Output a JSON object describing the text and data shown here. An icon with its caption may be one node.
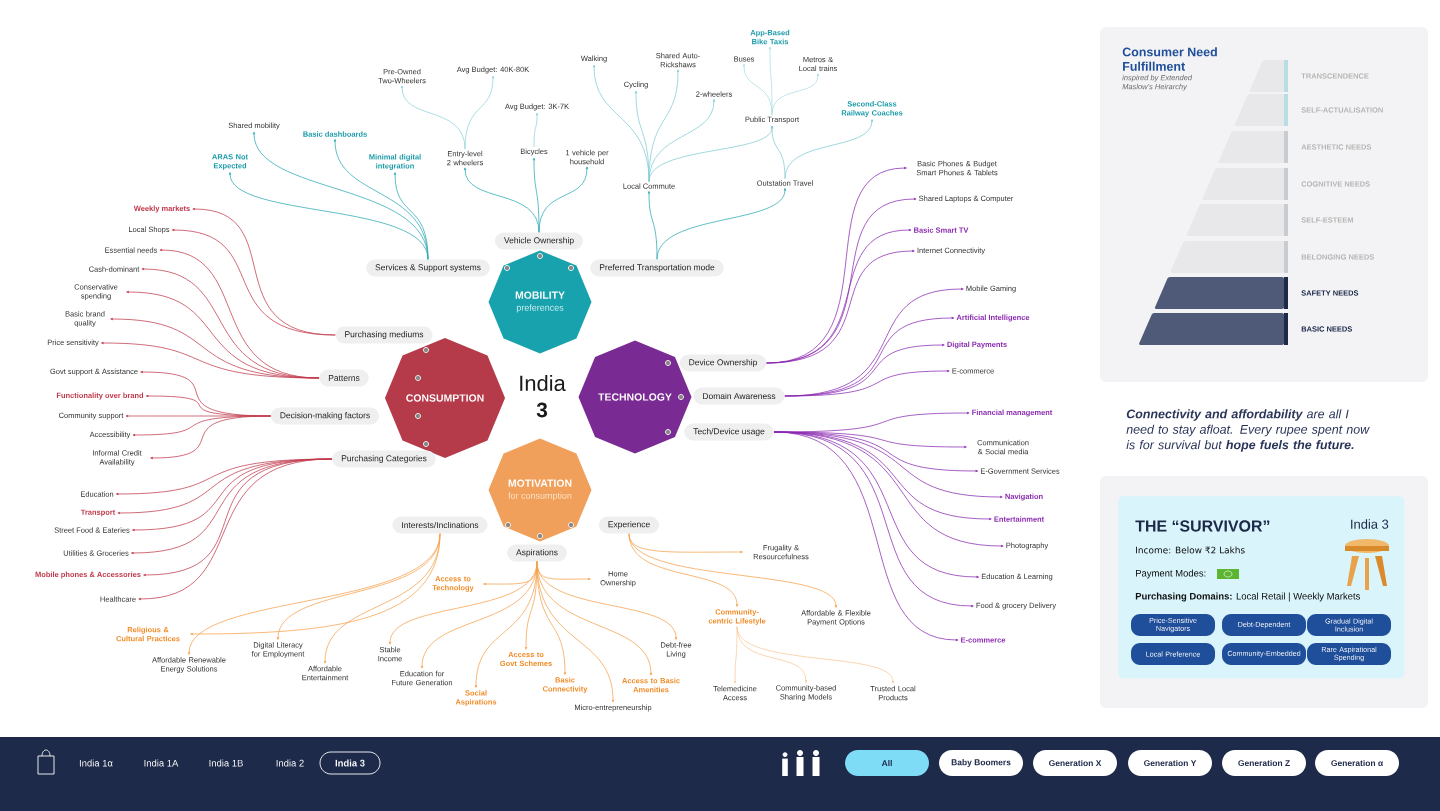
{
  "diagram": {
    "nodes": [
      {
        "text": [
          "MOBILITY",
          "preferences"
        ]
      },
      {
        "text": [
          "CONSUMPTION"
        ]
      },
      {
        "text": [
          "TECHNOLOGY"
        ]
      },
      {
        "text": [
          "MOTIVATION",
          "for consumption"
        ]
      },
      {
        "text": [
          "Vehicle Ownership"
        ]
      },
      {
        "text": [
          "Services & Support systems"
        ]
      },
      {
        "text": [
          "Preferred Transportation mode"
        ]
      },
      {
        "text": [
          "Purchasing mediums"
        ]
      },
      {
        "text": [
          "Patterns"
        ]
      },
      {
        "text": [
          "Decision-making factors"
        ]
      },
      {
        "text": [
          "Purchasing Categories"
        ]
      },
      {
        "text": [
          "Device Ownership"
        ]
      },
      {
        "text": [
          "Domain Awareness"
        ]
      },
      {
        "text": [
          "Tech/Device usage"
        ]
      },
      {
        "text": [
          "Interests/Inclinations"
        ]
      },
      {
        "text": [
          "Experience"
        ]
      },
      {
        "text": [
          "Aspirations"
        ]
      },
      {
        "text": [
          "ARAS Not Expected"
        ]
      },
      {
        "text": [
          "Shared mobility"
        ]
      },
      {
        "text": [
          "Basic dashboards"
        ]
      },
      {
        "text": [
          "Minimal digital integration"
        ]
      },
      {
        "text": [
          "Entry-level 2 wheelers"
        ]
      },
      {
        "text": [
          "Bicycles"
        ]
      },
      {
        "text": [
          "1 vehicle per household"
        ]
      },
      {
        "text": [
          "Pre-Owned Two-Wheelers"
        ]
      },
      {
        "text": [
          "Avg Budget: 40K-80K"
        ]
      },
      {
        "text": [
          "Avg Budget: 3K-7K"
        ]
      },
      {
        "text": [
          "Local Commute"
        ]
      },
      {
        "text": [
          "Outstation Travel"
        ]
      },
      {
        "text": [
          "Walking"
        ]
      },
      {
        "text": [
          "Cycling"
        ]
      },
      {
        "text": [
          "Shared Auto-Rickshaws"
        ]
      },
      {
        "text": [
          "2-wheelers"
        ]
      },
      {
        "text": [
          "Public Transport"
        ]
      },
      {
        "text": [
          "Second-Class Railway Coaches"
        ]
      },
      {
        "text": [
          "Buses"
        ]
      },
      {
        "text": [
          "App-Based Bike Taxis"
        ]
      },
      {
        "text": [
          "Metros & Local trains"
        ]
      },
      {
        "text": [
          "Weekly markets"
        ]
      },
      {
        "text": [
          "Local Shops"
        ]
      },
      {
        "text": [
          "Essential needs"
        ]
      },
      {
        "text": [
          "Cash-dominant"
        ]
      },
      {
        "text": [
          "Conservative spending"
        ]
      },
      {
        "text": [
          "Basic brand quality"
        ]
      },
      {
        "text": [
          "Price sensitivity"
        ]
      },
      {
        "text": [
          "Govt support & Assistance"
        ]
      },
      {
        "text": [
          "Functionality over brand"
        ]
      },
      {
        "text": [
          "Community support"
        ]
      },
      {
        "text": [
          "Accessibility"
        ]
      },
      {
        "text": [
          "Informal Credit Availability"
        ]
      },
      {
        "text": [
          "Education"
        ]
      },
      {
        "text": [
          "Transport"
        ]
      },
      {
        "text": [
          "Street Food & Eateries"
        ]
      },
      {
        "text": [
          "Utilities & Groceries"
        ]
      },
      {
        "text": [
          "Mobile phones & Accessories"
        ]
      },
      {
        "text": [
          "Healthcare"
        ]
      },
      {
        "text": [
          "Basic Phones & Budget Smart Phones & Tablets"
        ]
      },
      {
        "text": [
          "Shared Laptops & Computer"
        ]
      },
      {
        "text": [
          "Basic Smart TV"
        ]
      },
      {
        "text": [
          "Internet Connectivity"
        ]
      },
      {
        "text": [
          "Mobile Gaming"
        ]
      },
      {
        "text": [
          "Artificial Intelligence"
        ]
      },
      {
        "text": [
          "Digital Payments"
        ]
      },
      {
        "text": [
          "E-commerce"
        ]
      },
      {
        "text": [
          "Financial management"
        ]
      },
      {
        "text": [
          "Communication & Social media"
        ]
      },
      {
        "text": [
          "E-Government Services"
        ]
      },
      {
        "text": [
          "Navigation"
        ]
      },
      {
        "text": [
          "Entertainment"
        ]
      },
      {
        "text": [
          "Photography"
        ]
      },
      {
        "text": [
          "Education & Learning"
        ]
      },
      {
        "text": [
          "Food & grocery Delivery"
        ]
      },
      {
        "text": [
          "E-commerce"
        ]
      },
      {
        "text": [
          "Religious & Cultural Practices"
        ]
      },
      {
        "text": [
          "Affordable Renewable Energy Solutions"
        ]
      },
      {
        "text": [
          "Digital Literacy for Employment"
        ]
      },
      {
        "text": [
          "Affordable Entertainment"
        ]
      },
      {
        "text": [
          "Access to Technology"
        ]
      },
      {
        "text": [
          "Stable Income"
        ]
      },
      {
        "text": [
          "Education for Future Generation"
        ]
      },
      {
        "text": [
          "Social Aspirations"
        ]
      },
      {
        "text": [
          "Access to Govt Schemes"
        ]
      },
      {
        "text": [
          "Basic Connectivity"
        ]
      },
      {
        "text": [
          "Micro-entrepreneurship"
        ]
      },
      {
        "text": [
          "Access to Basic Amenities"
        ]
      },
      {
        "text": [
          "Debt-free Living"
        ]
      },
      {
        "text": [
          "Home Ownership"
        ]
      },
      {
        "text": [
          "Frugality & Resourcefulness"
        ]
      },
      {
        "text": [
          "Community-centric Lifestyle"
        ]
      },
      {
        "text": [
          "Affordable & Flexible Payment Options"
        ]
      },
      {
        "text": [
          "Telemedicine Access"
        ]
      },
      {
        "text": [
          "Community-based Sharing Models"
        ]
      },
      {
        "text": [
          "Trusted Local Products"
        ]
      },
      {
        "text": [
          "Consumer Need Fulfillment",
          "inspired by Extended Maslow’s Heirarchy"
        ]
      },
      {
        "text": [
          "THE “SURVIVOR”",
          "India 3",
          "Income: Below ₹2 Lakhs",
          "Payment Modes:",
          "**Purchasing Domains:** Local Retail | Weekly Markets"
        ]
      },
      {
        "text": [
          "Price-Sensitive Navigators"
        ],
        "in": 94
      },
      {
        "text": [
          "Debt-Dependent"
        ],
        "in": 94
      },
      {
        "text": [
          "Gradual Digital Inclusion"
        ],
        "in": 94
      },
      {
        "text": [
          "Local Preference"
        ],
        "in": 94
      },
      {
        "text": [
          "Community-Embedded"
        ],
        "in": 94
      },
      {
        "text": [
          "Rare Aspirational Spending"
        ],
        "in": 94
      },
      {
        "text": [
          "India 1α"
        ]
      },
      {
        "text": [
          "India 1A"
        ]
      },
      {
        "text": [
          "India 1B"
        ]
      },
      {
        "text": [
          "India 2"
        ]
      },
      {
        "text": [
          "India 3"
        ]
      },
      {
        "text": [
          "All"
        ]
      },
      {
        "text": [
          "Baby Boomers"
        ]
      },
      {
        "text": [
          "Generation X"
        ]
      },
      {
        "text": [
          "Generation Y"
        ]
      },
      {
        "text": [
          "Generation Z"
        ]
      },
      {
        "text": [
          "Generation α"
        ]
      }
    ],
    "edges": [
      {
        "from": 5,
        "to": 17,
        "arrow": "to",
        "color": "#2aa8b4"
      },
      {
        "from": 5,
        "to": 18,
        "arrow": "to",
        "color": "#2aa8b4"
      },
      {
        "from": 5,
        "to": 19,
        "arrow": "to",
        "color": "#2aa8b4"
      },
      {
        "from": 5,
        "to": 20,
        "arrow": "to",
        "color": "#2aa8b4"
      },
      {
        "from": 4,
        "to": 21,
        "arrow": "to",
        "color": "#2aa8b4"
      },
      {
        "from": 4,
        "to": 22,
        "arrow": "to",
        "color": "#2aa8b4"
      },
      {
        "from": 4,
        "to": 23,
        "arrow": "to",
        "color": "#2aa8b4"
      },
      {
        "from": 21,
        "to": 24,
        "arrow": "to",
        "color": "#8fd2da"
      },
      {
        "from": 21,
        "to": 25,
        "arrow": "to",
        "color": "#8fd2da"
      },
      {
        "from": 22,
        "to": 26,
        "arrow": "to",
        "color": "#8fd2da"
      },
      {
        "from": 6,
        "to": 27,
        "arrow": "to",
        "color": "#2aa8b4"
      },
      {
        "from": 6,
        "to": 28,
        "arrow": "to",
        "color": "#2aa8b4"
      },
      {
        "from": 27,
        "to": 29,
        "arrow": "to",
        "color": "#7fcbd3"
      },
      {
        "from": 27,
        "to": 30,
        "arrow": "to",
        "color": "#7fcbd3"
      },
      {
        "from": 27,
        "to": 31,
        "arrow": "to",
        "color": "#7fcbd3"
      },
      {
        "from": 27,
        "to": 32,
        "arrow": "to",
        "color": "#7fcbd3"
      },
      {
        "from": 27,
        "to": 33,
        "arrow": "to",
        "color": "#7fcbd3"
      },
      {
        "from": 28,
        "to": 33,
        "arrow": "to",
        "color": "#7fcbd3"
      },
      {
        "from": 28,
        "to": 34,
        "arrow": "to",
        "color": "#7fcbd3"
      },
      {
        "from": 33,
        "to": 35,
        "arrow": "to",
        "color": "#a8dde3"
      },
      {
        "from": 33,
        "to": 36,
        "arrow": "to",
        "color": "#a8dde3"
      },
      {
        "from": 33,
        "to": 37,
        "arrow": "to",
        "color": "#a8dde3"
      },
      {
        "from": 7,
        "to": 38,
        "arrow": "to",
        "color": "#c0394b"
      },
      {
        "from": 7,
        "to": 39,
        "arrow": "to",
        "color": "#c0394b"
      },
      {
        "from": 8,
        "to": 40,
        "arrow": "to",
        "color": "#c0394b"
      },
      {
        "from": 8,
        "to": 41,
        "arrow": "to",
        "color": "#c0394b"
      },
      {
        "from": 8,
        "to": 42,
        "arrow": "to",
        "color": "#c0394b"
      },
      {
        "from": 8,
        "to": 43,
        "arrow": "to",
        "color": "#c0394b"
      },
      {
        "from": 8,
        "to": 44,
        "arrow": "to",
        "color": "#c0394b"
      },
      {
        "from": 9,
        "to": 45,
        "arrow": "to",
        "color": "#c0394b"
      },
      {
        "from": 9,
        "to": 46,
        "arrow": "to",
        "color": "#c0394b"
      },
      {
        "from": 9,
        "to": 47,
        "arrow": "to",
        "color": "#c0394b"
      },
      {
        "from": 9,
        "to": 48,
        "arrow": "to",
        "color": "#c0394b"
      },
      {
        "from": 9,
        "to": 49,
        "arrow": "to",
        "color": "#c0394b"
      },
      {
        "from": 10,
        "to": 50,
        "arrow": "to",
        "color": "#c0394b"
      },
      {
        "from": 10,
        "to": 51,
        "arrow": "to",
        "color": "#c0394b"
      },
      {
        "from": 10,
        "to": 52,
        "arrow": "to",
        "color": "#c0394b"
      },
      {
        "from": 10,
        "to": 53,
        "arrow": "to",
        "color": "#c0394b"
      },
      {
        "from": 10,
        "to": 54,
        "arrow": "to",
        "color": "#c0394b"
      },
      {
        "from": 10,
        "to": 55,
        "arrow": "to",
        "color": "#c0394b"
      },
      {
        "from": 11,
        "to": 56,
        "arrow": "to",
        "color": "#8a2ab0"
      },
      {
        "from": 11,
        "to": 57,
        "arrow": "to",
        "color": "#8a2ab0"
      },
      {
        "from": 11,
        "to": 58,
        "arrow": "to",
        "color": "#8a2ab0"
      },
      {
        "from": 11,
        "to": 59,
        "arrow": "to",
        "color": "#8a2ab0"
      },
      {
        "from": 12,
        "to": 60,
        "arrow": "to",
        "color": "#8a2ab0"
      },
      {
        "from": 12,
        "to": 61,
        "arrow": "to",
        "color": "#8a2ab0"
      },
      {
        "from": 12,
        "to": 62,
        "arrow": "to",
        "color": "#8a2ab0"
      },
      {
        "from": 12,
        "to": 63,
        "arrow": "to",
        "color": "#8a2ab0"
      },
      {
        "from": 13,
        "to": 64,
        "arrow": "to",
        "color": "#8a2ab0"
      },
      {
        "from": 13,
        "to": 65,
        "arrow": "to",
        "color": "#8a2ab0"
      },
      {
        "from": 13,
        "to": 66,
        "arrow": "to",
        "color": "#8a2ab0"
      },
      {
        "from": 13,
        "to": 67,
        "arrow": "to",
        "color": "#8a2ab0"
      },
      {
        "from": 13,
        "to": 68,
        "arrow": "to",
        "color": "#8a2ab0"
      },
      {
        "from": 13,
        "to": 69,
        "arrow": "to",
        "color": "#8a2ab0"
      },
      {
        "from": 13,
        "to": 70,
        "arrow": "to",
        "color": "#8a2ab0"
      },
      {
        "from": 13,
        "to": 71,
        "arrow": "to",
        "color": "#8a2ab0"
      },
      {
        "from": 13,
        "to": 72,
        "arrow": "to",
        "color": "#8a2ab0"
      },
      {
        "from": 14,
        "to": 73,
        "arrow": "to",
        "color": "#f5a04a"
      },
      {
        "from": 14,
        "to": 74,
        "arrow": "to",
        "color": "#f5a04a"
      },
      {
        "from": 14,
        "to": 75,
        "arrow": "to",
        "color": "#f5a04a"
      },
      {
        "from": 14,
        "to": 76,
        "arrow": "to",
        "color": "#f5a04a"
      },
      {
        "from": 16,
        "to": 77,
        "arrow": "to",
        "color": "#f5a04a"
      },
      {
        "from": 16,
        "to": 78,
        "arrow": "to",
        "color": "#f5a04a"
      },
      {
        "from": 16,
        "to": 79,
        "arrow": "to",
        "color": "#f5a04a"
      },
      {
        "from": 16,
        "to": 80,
        "arrow": "to",
        "color": "#f5a04a"
      },
      {
        "from": 16,
        "to": 81,
        "arrow": "to",
        "color": "#f5a04a"
      },
      {
        "from": 16,
        "to": 82,
        "arrow": "to",
        "color": "#f5a04a"
      },
      {
        "from": 16,
        "to": 83,
        "arrow": "to",
        "color": "#f5a04a"
      },
      {
        "from": 16,
        "to": 84,
        "arrow": "to",
        "color": "#f5a04a"
      },
      {
        "from": 16,
        "to": 85,
        "arrow": "to",
        "color": "#f5a04a"
      },
      {
        "from": 16,
        "to": 86,
        "arrow": "to",
        "color": "#f5a04a"
      },
      {
        "from": 15,
        "to": 87,
        "arrow": "to",
        "color": "#f5a04a"
      },
      {
        "from": 15,
        "to": 88,
        "arrow": "to",
        "color": "#f5a04a"
      },
      {
        "from": 15,
        "to": 89,
        "arrow": "to",
        "color": "#f5a04a"
      },
      {
        "from": 88,
        "to": 90,
        "arrow": "to",
        "color": "#f9c896"
      },
      {
        "from": 88,
        "to": 91,
        "arrow": "to",
        "color": "#f9c896"
      },
      {
        "from": 88,
        "to": 92,
        "arrow": "to",
        "color": "#f9c896"
      }
    ],
    "labels": [
      "India",
      "3",
      "TRANSCENDENCE",
      "SELF-ACTUALISATION",
      "AESTHETIC NEEDS",
      "COGNITIVE NEEDS",
      "SELF-ESTEEM",
      "BELONGING NEEDS",
      "SAFETY NEEDS",
      "BASIC NEEDS",
      "**Connectivity and affordability** are all I need to stay afloat. Every rupee spent now is for survival but **hope fuels the future.**"
    ]
  }
}
